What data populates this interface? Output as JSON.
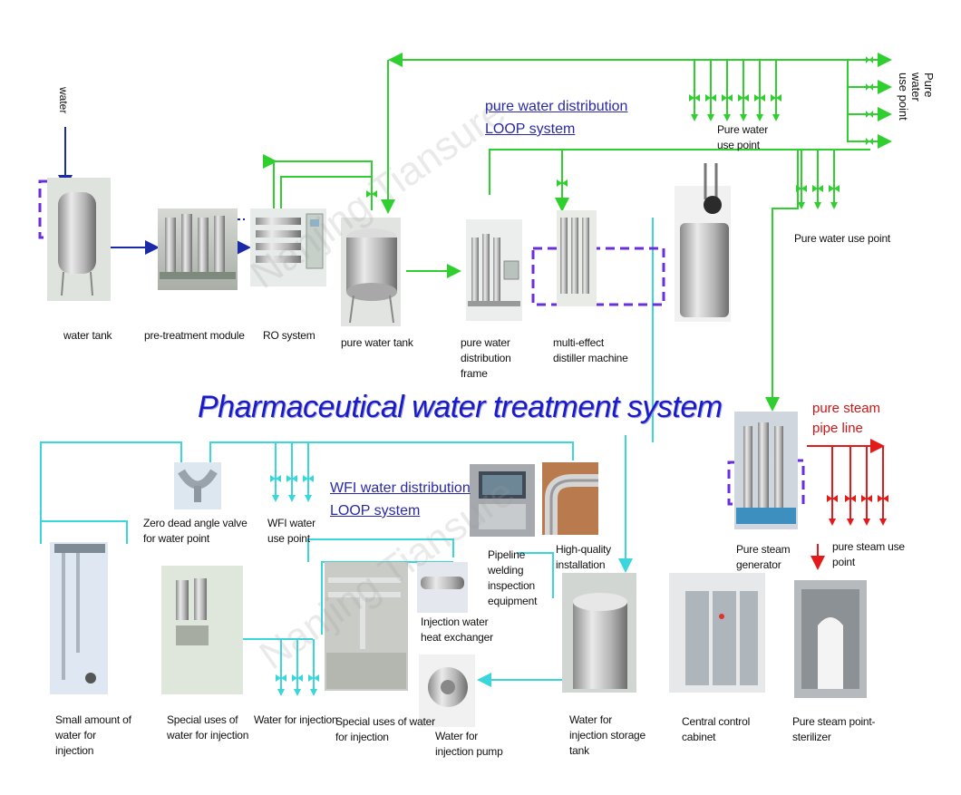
{
  "title": "Pharmaceutical water treatment system",
  "watermark": "Nanjing Tiansure",
  "sections": {
    "pure_water_loop": "pure water distribution",
    "pure_water_loop_2": "LOOP system",
    "wfi_loop": "WFI water distribution",
    "wfi_loop_2": "LOOP system",
    "pure_steam": "pure steam",
    "pure_steam_2": "pipe line"
  },
  "labels": {
    "water": "water",
    "water_tank": "water tank",
    "pretreatment": "pre-treatment module",
    "ro": "RO system",
    "pure_tank": "pure water tank",
    "dist_frame_1": "pure water",
    "dist_frame_2": "distribution",
    "dist_frame_3": "frame",
    "distiller_1": "multi-effect",
    "distiller_2": "distiller machine",
    "pure_use_point_top": "Pure water use point",
    "pure_use_point_top_1": "Pure water",
    "pure_use_point_top_2": "use point",
    "pure_use_point_right": "Pure water use point",
    "pure_steam_gen_1": "Pure steam",
    "pure_steam_gen_2": "generator",
    "pure_steam_use_1": "pure steam use",
    "pure_steam_use_2": "point",
    "zero_dead_1": "Zero dead angle valve",
    "zero_dead_2": "for water point",
    "wfi_use_1": "WFI water",
    "wfi_use_2": "use point",
    "pipeline_1": "Pipeline",
    "pipeline_2": "welding",
    "pipeline_3": "inspection",
    "pipeline_4": "equipment",
    "hq_1": "High-quality",
    "hq_2": "installation",
    "small_1": "Small amount of",
    "small_2": "water for",
    "small_3": "injection",
    "special1_1": "Special uses of",
    "special1_2": "water for injection",
    "wfi_inj": "Water for injection",
    "special2_1": "Special uses of water",
    "special2_2": "for injection",
    "hx_1": "Injection water",
    "hx_2": "heat exchanger",
    "pump_1": "Water for",
    "pump_2": "injection pump",
    "storage_1": "Water for",
    "storage_2": "injection storage",
    "storage_3": "tank",
    "ccc_1": "Central control",
    "ccc_2": "cabinet",
    "sterilizer_1": "Pure steam point-",
    "sterilizer_2": "sterilizer",
    "vertical_1": "Pure",
    "vertical_2": "water",
    "vertical_3": "use point"
  },
  "colors": {
    "green": "#2fcf2f",
    "cyan": "#3ad6dc",
    "blue": "#1a1ac8",
    "red": "#e21a1a",
    "purple": "#6a2fd8"
  }
}
